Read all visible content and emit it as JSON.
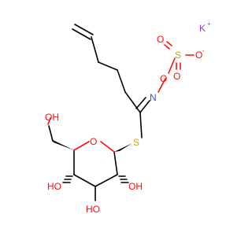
{
  "molecule": {
    "colors": {
      "carbon": "#000000",
      "oxygen": "#ff0d0d",
      "nitrogen": "#3050f8",
      "sulfur": "#c8a800",
      "potassium": "#8f40d4"
    },
    "labels": {
      "potassium": "K",
      "potassium_charge": "+",
      "sulfonate_o_top": "O",
      "sulfonate_o_right": "O",
      "sulfonate_o_right_charge": "-",
      "sulfonate_s": "S",
      "sulfonate_o_bottom": "O",
      "oxime_o": "O",
      "oxime_n": "N",
      "thio_s": "S",
      "ring_o": "O",
      "ho_ch2": "OH",
      "ho_c4": "HO",
      "ho_c3": "HO",
      "oh_c2": "OH"
    }
  }
}
